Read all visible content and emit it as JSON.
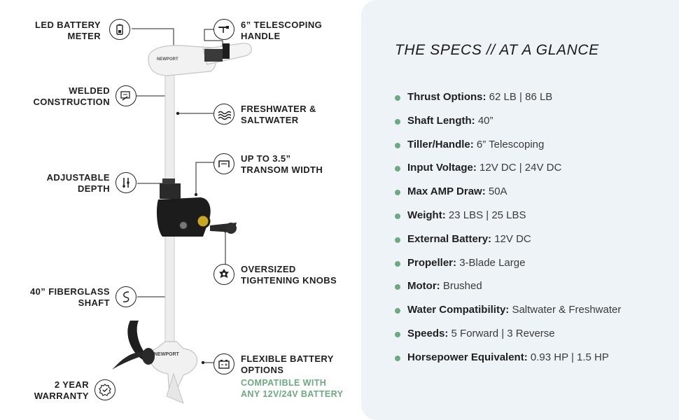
{
  "features": {
    "led_battery_meter": "LED BATTERY\nMETER",
    "telescoping_handle": "6” TELESCOPING\nHANDLE",
    "welded_construction": "WELDED\nCONSTRUCTION",
    "freshwater_saltwater": "FRESHWATER &\nSALTWATER",
    "transom_width": "UP TO 3.5”\nTRANSOM WIDTH",
    "adjustable_depth": "ADJUSTABLE\nDEPTH",
    "tightening_knobs": "OVERSIZED\nTIGHTENING KNOBS",
    "fiberglass_shaft": "40” FIBERGLASS\nSHAFT",
    "battery_options": "FLEXIBLE BATTERY\nOPTIONS",
    "battery_compat": "COMPATIBLE WITH\nANY 12V/24V BATTERY",
    "warranty": "2 YEAR\nWARRANTY"
  },
  "brand": {
    "head_logo": "NEWPORT",
    "motor_logo": "NEWPORT"
  },
  "specs": {
    "title": "THE SPECS // AT A GLANCE",
    "items": [
      {
        "key": "Thrust Options:",
        "value": " 62 LB | 86 LB"
      },
      {
        "key": "Shaft Length:",
        "value": " 40”"
      },
      {
        "key": "Tiller/Handle:",
        "value": " 6” Telescoping"
      },
      {
        "key": "Input Voltage:",
        "value": " 12V DC | 24V DC"
      },
      {
        "key": "Max AMP Draw:",
        "value": " 50A"
      },
      {
        "key": "Weight:",
        "value": " 23 LBS | 25 LBS"
      },
      {
        "key": "External Battery:",
        "value": " 12V DC"
      },
      {
        "key": "Propeller:",
        "value": " 3-Blade Large"
      },
      {
        "key": "Motor:",
        "value": " Brushed"
      },
      {
        "key": "Water Compatibility:",
        "value": " Saltwater & Freshwater"
      },
      {
        "key": "Speeds:",
        "value": " 5 Forward | 3 Reverse"
      },
      {
        "key": "Horsepower Equivalent:",
        "value": " 0.93 HP | 1.5 HP"
      }
    ]
  },
  "colors": {
    "accent": "#6cab7f",
    "panel": "#eef3f8",
    "text": "#1f1f1f"
  }
}
